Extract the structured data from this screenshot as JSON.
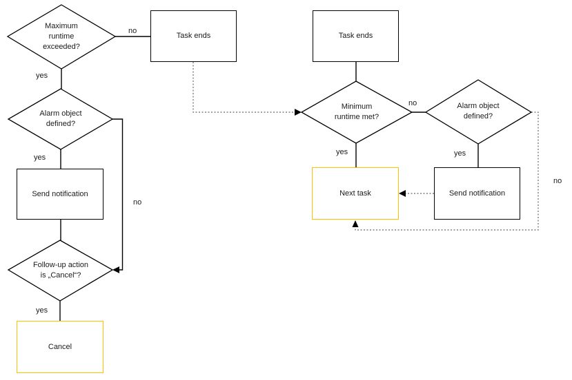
{
  "diagram": {
    "type": "flowchart",
    "description": "Two task-runtime decision flows with yes/no branches"
  },
  "colors": {
    "background": "#ffffff",
    "node_border": "#000000",
    "highlight_border": "#FFC000",
    "connector": "#000000",
    "dotted_connector": "#666666",
    "text": "#1a1a1a"
  },
  "nodes": {
    "max_runtime": {
      "line1": "Maximum",
      "line2": "runtime",
      "line3": "exceeded?"
    },
    "task_ends_left": {
      "label": "Task ends"
    },
    "alarm_left": {
      "line1": "Alarm object",
      "line2": "defined?"
    },
    "send_notification_left": {
      "label": "Send notification"
    },
    "followup": {
      "line1": "Follow-up action",
      "line2": "is „Cancel“?"
    },
    "cancel": {
      "label": "Cancel"
    },
    "task_ends_right": {
      "label": "Task ends"
    },
    "min_runtime": {
      "line1": "Minimum",
      "line2": "runtime met?"
    },
    "alarm_right": {
      "line1": "Alarm object",
      "line2": "defined?"
    },
    "next_task": {
      "label": "Next task"
    },
    "send_notification_right": {
      "label": "Send notification"
    }
  },
  "edge_labels": {
    "max_runtime_no": "no",
    "max_runtime_yes": "yes",
    "alarm_left_yes": "yes",
    "alarm_left_no": "no",
    "followup_yes": "yes",
    "min_runtime_yes": "yes",
    "min_runtime_no": "no",
    "alarm_right_yes": "yes",
    "alarm_right_no": "no"
  }
}
